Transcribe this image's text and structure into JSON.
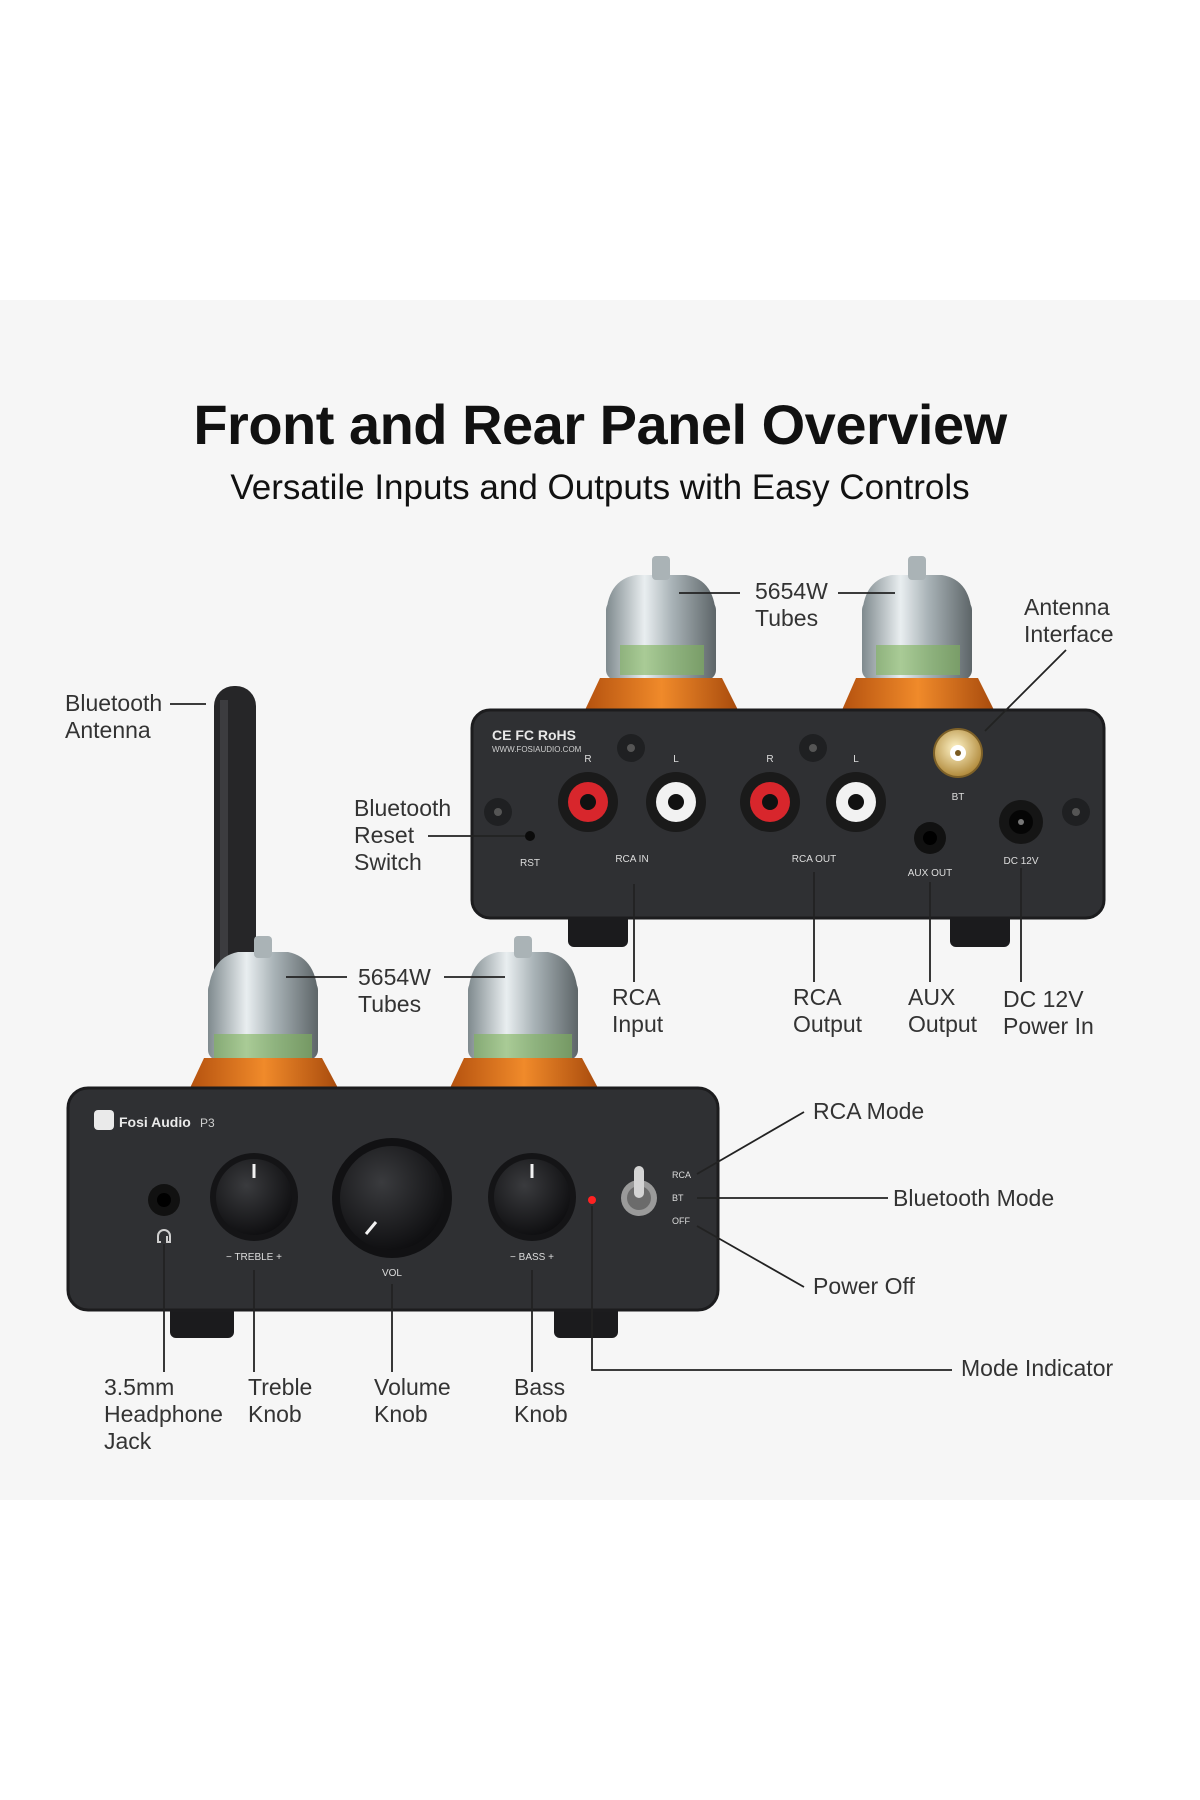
{
  "header": {
    "title": "Front and Rear Panel Overview",
    "subtitle": "Versatile Inputs and Outputs with Easy Controls"
  },
  "colors": {
    "panel": "#2f3033",
    "accent_orange": "#e07a1f",
    "rca_red": "#d8262c",
    "line": "#222222"
  },
  "rear_panel": {
    "cert_marks": "CE FC RoHS",
    "website": "WWW.FOSIAUDIO.COM",
    "rca_in_label": "RCA IN",
    "rca_out_label": "RCA OUT",
    "r": "R",
    "l": "L",
    "rst": "RST",
    "bt": "BT",
    "aux_out": "AUX OUT",
    "dc": "DC 12V"
  },
  "front_panel": {
    "brand": "Fosi Audio",
    "model": "P3",
    "treble": "− TREBLE +",
    "bass": "− BASS +",
    "vol": "VOL",
    "sw_rca": "RCA",
    "sw_bt": "BT",
    "sw_off": "OFF"
  },
  "callouts": {
    "rear_tubes": "5654W\nTubes",
    "antenna_interface": "Antenna\nInterface",
    "bluetooth_antenna": "Bluetooth\nAntenna",
    "bluetooth_reset": "Bluetooth\nReset\nSwitch",
    "front_tubes": "5654W\nTubes",
    "rca_input": "RCA\nInput",
    "rca_output": "RCA\nOutput",
    "aux_output": "AUX\nOutput",
    "dc_power": "DC 12V\nPower In",
    "rca_mode": "RCA Mode",
    "bluetooth_mode": "Bluetooth Mode",
    "power_off": "Power Off",
    "mode_indicator": "Mode Indicator",
    "headphone_jack": "3.5mm\nHeadphone\nJack",
    "treble_knob": "Treble\nKnob",
    "volume_knob": "Volume\nKnob",
    "bass_knob": "Bass\nKnob"
  }
}
